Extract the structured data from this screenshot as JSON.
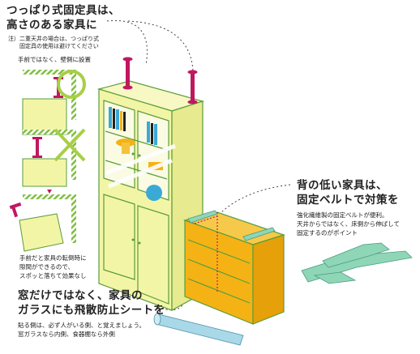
{
  "tension_rod": {
    "heading_line1": "つっぱり式固定具は、",
    "heading_line2": "高さのある家具に",
    "caution_line1": "注）二重天井の場合は、つっぱり式",
    "caution_line2": "　　固定具の使用は避けてください",
    "wall_side_note": "手前ではなく、壁側に設置",
    "front_note_line1": "手前だと家具の転倒時に",
    "front_note_line2": "隙間ができるので、",
    "front_note_line3": "スポッと落ちて効果なし"
  },
  "low_furniture": {
    "heading_line1": "背の低い家具は、",
    "heading_line2": "固定ベルトで対策を",
    "note_line1": "強化繊維製の固定ベルトが便利。",
    "note_line2": "天井からではなく、床側から伸ばして",
    "note_line3": "固定するのがポイント"
  },
  "glass_film": {
    "heading_line1": "窓だけではなく、家具の",
    "heading_line2": "ガラスにも飛散防止シートを",
    "note_line1": "貼る側は、必ず人がいる側、と覚えましょう。",
    "note_line2": "窓ガラスなら内側、食器棚なら外側"
  },
  "colors": {
    "cabinet": "#f3f5a6",
    "cabinet_outline": "#5a9e3c",
    "drawer": "#f5b215",
    "rod": "#c0185f",
    "hatch": "#7fbf3f",
    "circle": "#a8cf45",
    "belt": "#8fd6b7",
    "film": "#a9d8e8"
  }
}
